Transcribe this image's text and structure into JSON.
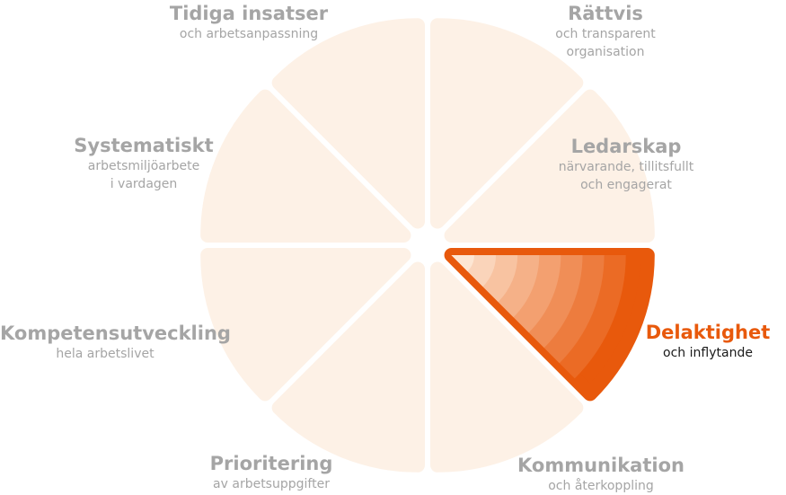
{
  "colors": {
    "inactive_segment": "#fdf1e6",
    "active_outer": "#e8590c",
    "active_inner": "#fde6d3",
    "inactive_text": "#a5a5a5",
    "active_title": "#e8590c",
    "active_sub": "#1a1a1a"
  },
  "segments": [
    {
      "id": "ledarskap",
      "title": "Ledarskap",
      "sub": [
        "närvarande, tillitsfullt",
        "och engagerat"
      ],
      "active": false
    },
    {
      "id": "delaktighet",
      "title": "Delaktighet",
      "sub": [
        "och inflytande"
      ],
      "active": true
    },
    {
      "id": "kommunikation",
      "title": "Kommunikation",
      "sub": [
        "och återkoppling"
      ],
      "active": false
    },
    {
      "id": "prioritering",
      "title": "Prioritering",
      "sub": [
        "av arbetsuppgifter"
      ],
      "active": false
    },
    {
      "id": "kompetensutveckling",
      "title": "Kompetensutveckling",
      "sub": [
        "hela arbetslivet"
      ],
      "active": false
    },
    {
      "id": "systematiskt",
      "title": "Systematiskt",
      "sub": [
        "arbetsmiljöarbete",
        "i vardagen"
      ],
      "active": false
    },
    {
      "id": "tidiga-insatser",
      "title": "Tidiga insatser",
      "sub": [
        "och arbetsanpassning"
      ],
      "active": false
    },
    {
      "id": "rattvis",
      "title": "Rättvis",
      "sub": [
        "och transparent",
        "organisation"
      ],
      "active": false
    }
  ]
}
